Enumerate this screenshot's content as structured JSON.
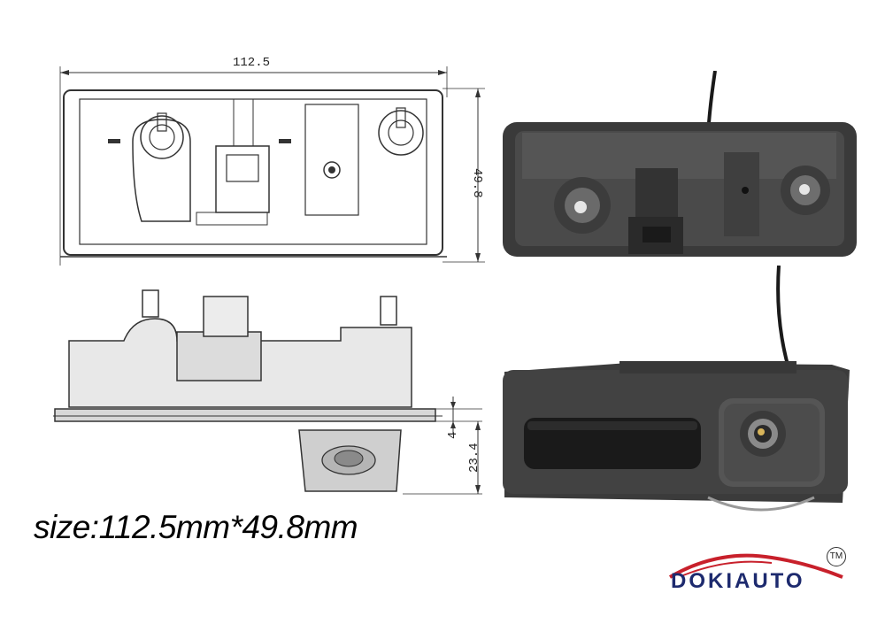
{
  "top_drawing": {
    "width_label": "112.5",
    "height_label": "49.8"
  },
  "side_drawing": {
    "offset_label": "4",
    "depth_label": "23.4"
  },
  "caption": {
    "size_text": "size:112.5mm*49.8mm"
  },
  "brand": {
    "name": "DOKIAUTO",
    "trademark": "TM",
    "colors": {
      "swoosh": "#c8202b",
      "text": "#1d2a6e"
    }
  },
  "colors": {
    "line": "#333333",
    "housing": "#2b2b2b",
    "background": "#ffffff"
  }
}
